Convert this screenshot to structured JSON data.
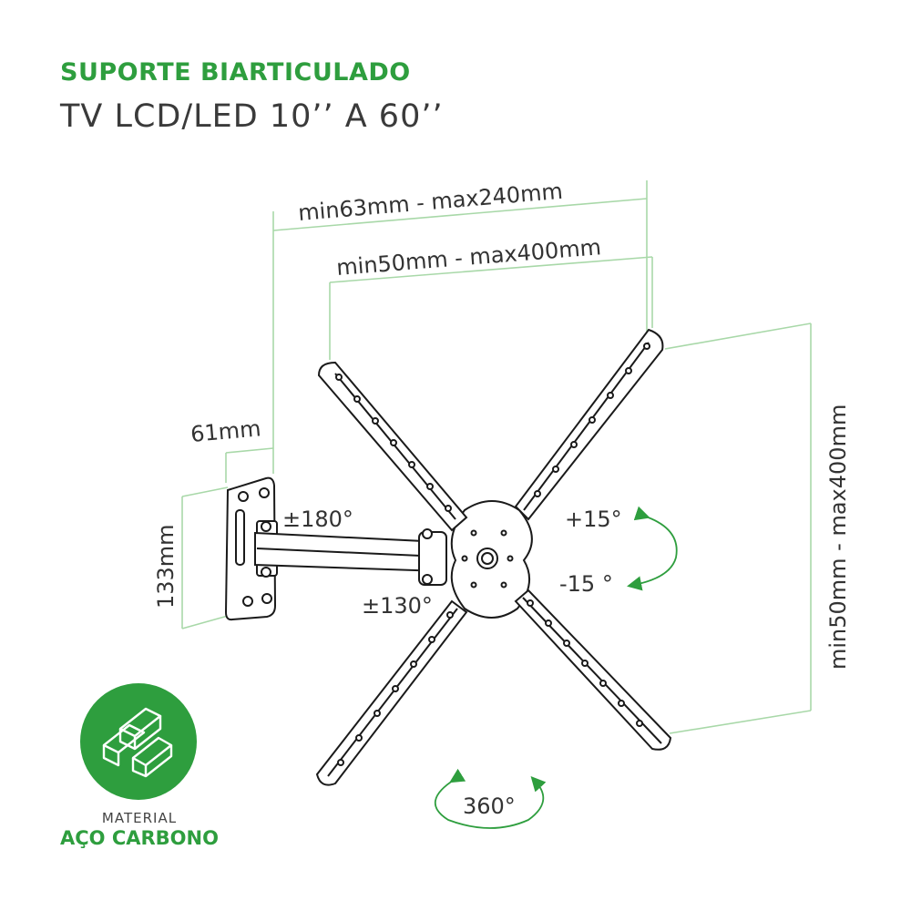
{
  "header": {
    "title": "SUPORTE BIARTICULADO",
    "subtitle": "TV LCD/LED 10’’ A 60’’"
  },
  "dimensions": {
    "width_top": "min63mm - max240mm",
    "width_vesa": "min50mm - max400mm",
    "height_vesa": "min50mm - max400mm",
    "depth": "61mm",
    "plate_height": "133mm"
  },
  "angles": {
    "swivel_arm": "±180°",
    "swivel_joint": "±130°",
    "tilt_up": "+15°",
    "tilt_down": "-15 °",
    "rotation": "360°"
  },
  "material": {
    "label": "MATERIAL",
    "value": "AÇO CARBONO",
    "icon": "steel-bars-icon"
  },
  "colors": {
    "accent": "#2e9e3e",
    "line": "#1a1a1a",
    "dim_line": "#a8d8a8"
  }
}
